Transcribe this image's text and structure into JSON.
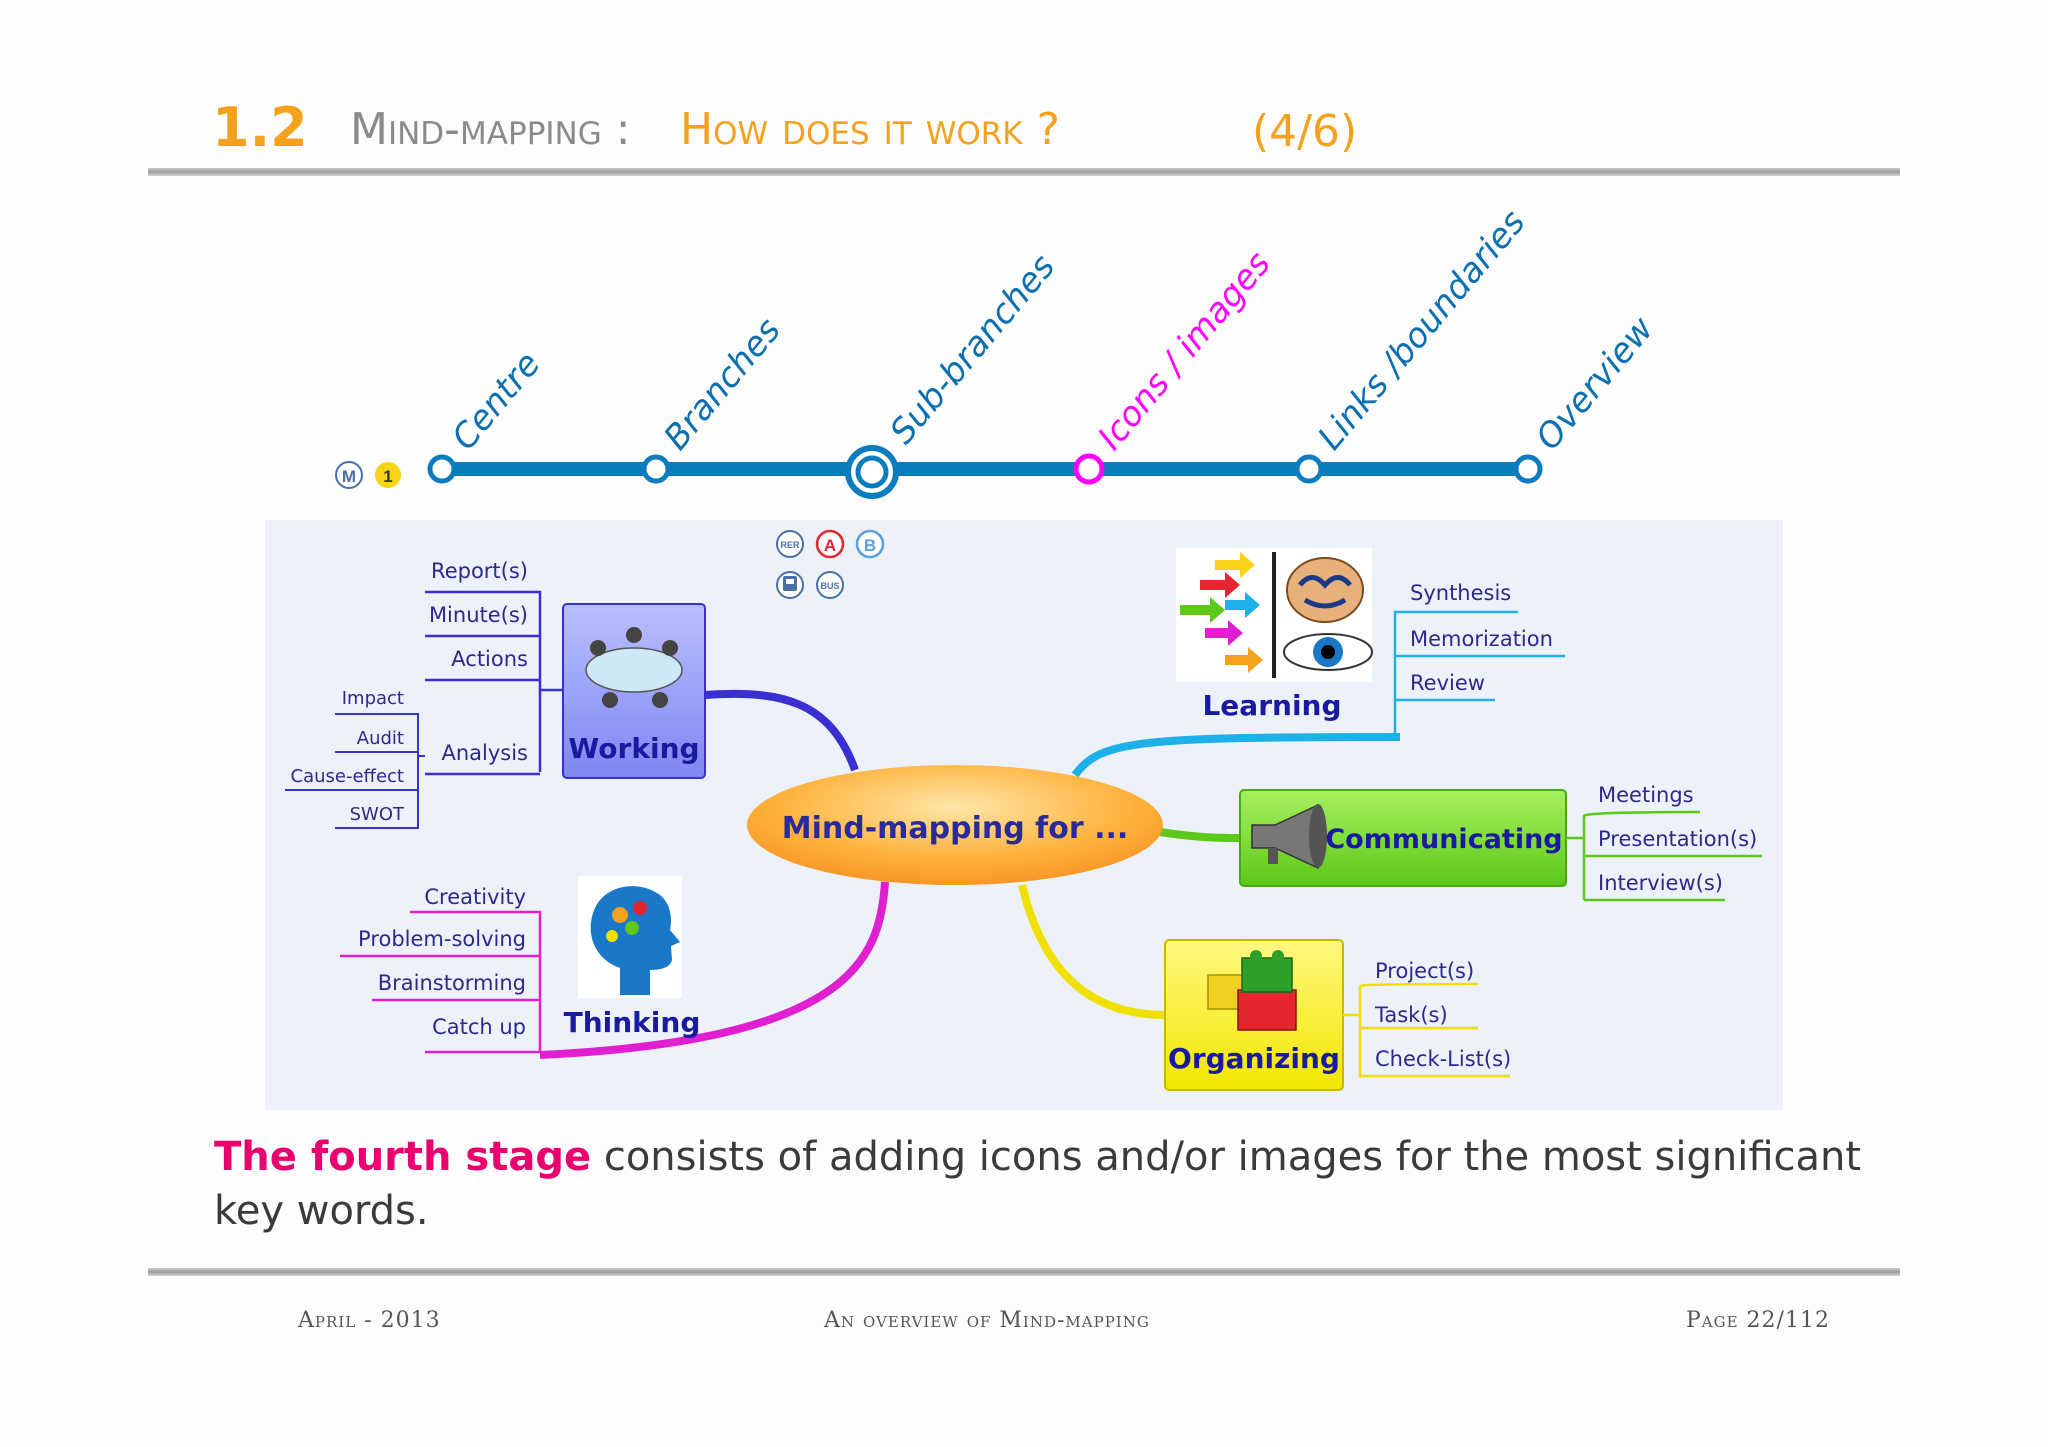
{
  "header": {
    "section_number": "1.2",
    "title_prefix": "Mind-mapping :",
    "title_highlight": "How does it work ?",
    "title_suffix": "(4/6)"
  },
  "timeline": {
    "line_badge": "M",
    "line_number": "1",
    "stations": [
      "Centre",
      "Branches",
      "Sub-branches",
      "Icons / images",
      "Links /boundaries",
      "Overview"
    ],
    "current_stage": 4,
    "colors": {
      "line": "#0b7dbf",
      "current": "#ff00ff",
      "label": "#0b6fb0"
    }
  },
  "transit_icons": [
    "RER",
    "A",
    "B",
    "train",
    "BUS"
  ],
  "mindmap": {
    "center": "Mind-mapping for ...",
    "working": {
      "label": "Working",
      "items": [
        "Report(s)",
        "Minute(s)",
        "Actions",
        "Analysis"
      ],
      "analysis_items": [
        "Impact",
        "Audit",
        "Cause-effect",
        "SWOT"
      ]
    },
    "thinking": {
      "label": "Thinking",
      "items": [
        "Creativity",
        "Problem-solving",
        "Brainstorming",
        "Catch up"
      ]
    },
    "learning": {
      "label": "Learning",
      "items": [
        "Synthesis",
        "Memorization",
        "Review"
      ]
    },
    "communicating": {
      "label": "Communicating",
      "items": [
        "Meetings",
        "Presentation(s)",
        "Interview(s)"
      ]
    },
    "organizing": {
      "label": "Organizing",
      "items": [
        "Project(s)",
        "Task(s)",
        "Check-List(s)"
      ]
    }
  },
  "caption": {
    "highlight": "The fourth stage",
    "text": " consists of adding icons and/or images for the most significant key words."
  },
  "footer": {
    "left": "April - 2013",
    "center": "An overview of Mind-mapping",
    "right": "Page 22/112"
  }
}
